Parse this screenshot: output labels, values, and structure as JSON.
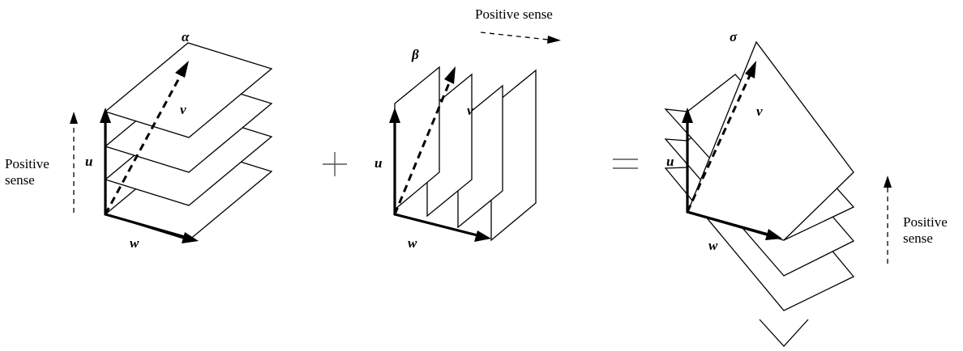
{
  "diagram": {
    "panels": [
      {
        "title": "α",
        "vectors": {
          "u": "u",
          "v": "v",
          "w": "w"
        },
        "sense_label_lines": [
          "Positive",
          "sense"
        ]
      },
      {
        "title": "β",
        "vectors": {
          "u": "u",
          "v": "v",
          "w": "w"
        },
        "sense_label_lines": [
          "Positive sense"
        ]
      },
      {
        "title": "σ",
        "vectors": {
          "u": "u",
          "v": "v",
          "w": "w"
        },
        "sense_label_lines": [
          "Positive",
          "sense"
        ]
      }
    ],
    "operators": {
      "plus": "+",
      "equals": "="
    },
    "colors": {
      "ink": "#000000",
      "background": "#ffffff",
      "operator": "#555555"
    }
  }
}
